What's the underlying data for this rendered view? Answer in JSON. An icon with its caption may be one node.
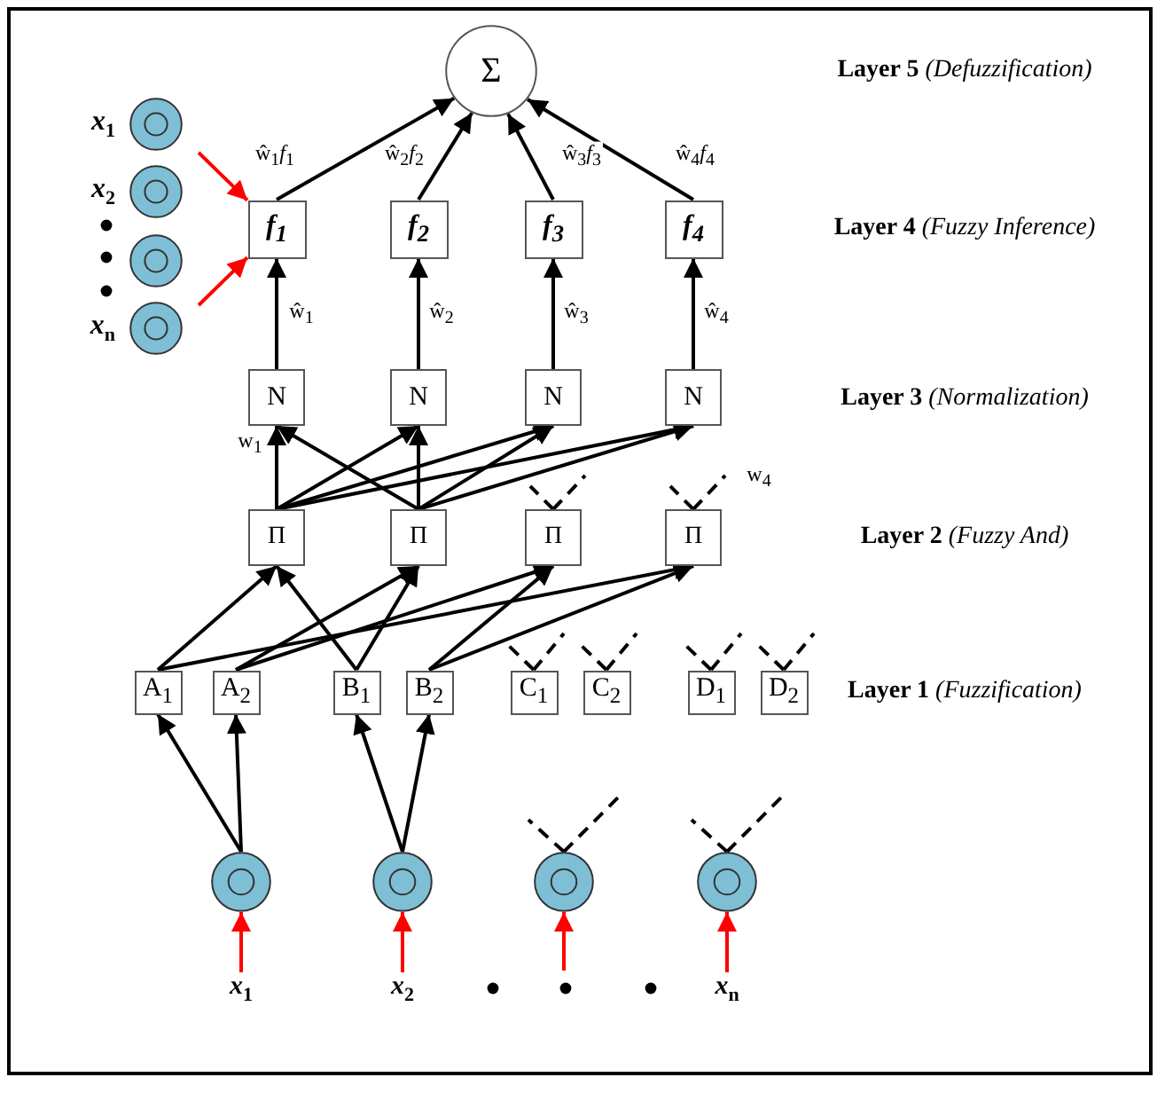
{
  "diagram": {
    "nodes": [
      {
        "text": [
          "Σ"
        ]
      },
      {
        "text": [],
        "shape": "circle",
        "beside": [
          "x$_{1}$"
        ]
      },
      {
        "text": [],
        "shape": "circle",
        "beside": [
          "x$_{2}$"
        ]
      },
      {
        "text": [],
        "shape": "circle"
      },
      {
        "text": [],
        "shape": "circle",
        "beside": [
          "x$_{n}$"
        ]
      },
      {
        "text": [
          "f$_{1}$"
        ]
      },
      {
        "text": [
          "f$_{2}$"
        ]
      },
      {
        "text": [
          "f$_{3}$"
        ]
      },
      {
        "text": [
          "f$_{4}$"
        ]
      },
      {
        "text": [
          "N"
        ]
      },
      {
        "text": [
          "N"
        ]
      },
      {
        "text": [
          "N"
        ]
      },
      {
        "text": [
          "N"
        ]
      },
      {
        "text": [
          "Π"
        ]
      },
      {
        "text": [
          "Π"
        ]
      },
      {
        "text": [
          "Π"
        ]
      },
      {
        "text": [
          "Π"
        ]
      },
      {
        "text": [
          "A$_{1}$"
        ]
      },
      {
        "text": [
          "A$_{2}$"
        ]
      },
      {
        "text": [
          "B$_{1}$"
        ]
      },
      {
        "text": [
          "B$_{2}$"
        ]
      },
      {
        "text": [
          "C$_{1}$"
        ]
      },
      {
        "text": [
          "C$_{2}$"
        ]
      },
      {
        "text": [
          "D$_{1}$"
        ]
      },
      {
        "text": [
          "D$_{2}$"
        ]
      },
      {
        "text": [],
        "shape": "circle"
      },
      {
        "text": [],
        "shape": "circle"
      },
      {
        "text": [],
        "shape": "circle"
      },
      {
        "text": [],
        "shape": "circle"
      },
      {
        "text": [
          "x$_{1}$"
        ]
      },
      {
        "text": [
          "x$_{2}$"
        ]
      },
      {
        "text": [
          "x$_{n}$"
        ]
      }
    ],
    "edges": [
      {
        "from": 5,
        "to": 0,
        "arrow": "to",
        "label": "ŵ$_{1}$*f*$_{1}$"
      },
      {
        "from": 6,
        "to": 0,
        "arrow": "to",
        "label": "ŵ$_{2}$*f*$_{2}$"
      },
      {
        "from": 7,
        "to": 0,
        "arrow": "to",
        "label": "ŵ$_{3}$*f*$_{3}$"
      },
      {
        "from": 8,
        "to": 0,
        "arrow": "to",
        "label": "ŵ$_{4}$*f*$_{4}$"
      },
      {
        "from": 9,
        "to": 5,
        "arrow": "to",
        "label": "ŵ$_{1}$"
      },
      {
        "from": 10,
        "to": 6,
        "arrow": "to",
        "label": "ŵ$_{2}$"
      },
      {
        "from": 11,
        "to": 7,
        "arrow": "to",
        "label": "ŵ$_{3}$"
      },
      {
        "from": 12,
        "to": 8,
        "arrow": "to",
        "label": "ŵ$_{4}$"
      },
      {
        "from": 13,
        "to": 9,
        "arrow": "to",
        "label": "w$_{1}$"
      },
      {
        "from": 13,
        "to": 10,
        "arrow": "to"
      },
      {
        "from": 13,
        "to": 11,
        "arrow": "to"
      },
      {
        "from": 13,
        "to": 12,
        "arrow": "to"
      },
      {
        "from": 14,
        "to": 9,
        "arrow": "to"
      },
      {
        "from": 14,
        "to": 10,
        "arrow": "to"
      },
      {
        "from": 14,
        "to": 11,
        "arrow": "to"
      },
      {
        "from": 14,
        "to": 12,
        "arrow": "to"
      },
      {
        "from": 15,
        "to": null,
        "arrow": "none",
        "style": "dashed"
      },
      {
        "from": 15,
        "to": null,
        "arrow": "none",
        "style": "dashed"
      },
      {
        "from": 16,
        "to": null,
        "arrow": "none",
        "style": "dashed"
      },
      {
        "from": 16,
        "to": null,
        "arrow": "none",
        "style": "dashed",
        "label": "w$_{4}$"
      },
      {
        "from": 17,
        "to": 13,
        "arrow": "to"
      },
      {
        "from": 17,
        "to": 16,
        "arrow": "to"
      },
      {
        "from": 18,
        "to": 14,
        "arrow": "to"
      },
      {
        "from": 18,
        "to": 15,
        "arrow": "to"
      },
      {
        "from": 19,
        "to": 13,
        "arrow": "to"
      },
      {
        "from": 19,
        "to": 14,
        "arrow": "to"
      },
      {
        "from": 20,
        "to": 15,
        "arrow": "to"
      },
      {
        "from": 20,
        "to": 16,
        "arrow": "to"
      },
      {
        "from": 21,
        "to": null,
        "arrow": "none",
        "style": "dashed"
      },
      {
        "from": 21,
        "to": null,
        "arrow": "none",
        "style": "dashed"
      },
      {
        "from": 22,
        "to": null,
        "arrow": "none",
        "style": "dashed"
      },
      {
        "from": 22,
        "to": null,
        "arrow": "none",
        "style": "dashed"
      },
      {
        "from": 23,
        "to": null,
        "arrow": "none",
        "style": "dashed"
      },
      {
        "from": 23,
        "to": null,
        "arrow": "none",
        "style": "dashed"
      },
      {
        "from": 24,
        "to": null,
        "arrow": "none",
        "style": "dashed"
      },
      {
        "from": 24,
        "to": null,
        "arrow": "none",
        "style": "dashed"
      },
      {
        "from": 25,
        "to": 17,
        "arrow": "to"
      },
      {
        "from": 25,
        "to": 18,
        "arrow": "to"
      },
      {
        "from": 26,
        "to": 19,
        "arrow": "to"
      },
      {
        "from": 26,
        "to": 20,
        "arrow": "to"
      },
      {
        "from": 27,
        "to": null,
        "arrow": "none",
        "style": "dashed"
      },
      {
        "from": 27,
        "to": null,
        "arrow": "none",
        "style": "dashed"
      },
      {
        "from": 28,
        "to": null,
        "arrow": "none",
        "style": "dashed"
      },
      {
        "from": 28,
        "to": null,
        "arrow": "none",
        "style": "dashed"
      },
      {
        "from": 29,
        "to": 25,
        "arrow": "to",
        "color": "#ff0000"
      },
      {
        "from": 30,
        "to": 26,
        "arrow": "to",
        "color": "#ff0000"
      },
      {
        "from": null,
        "to": 27,
        "arrow": "to",
        "color": "#ff0000"
      },
      {
        "from": 31,
        "to": 28,
        "arrow": "to",
        "color": "#ff0000"
      },
      {
        "from": null,
        "to": 5,
        "arrow": "to",
        "color": "#ff0000"
      },
      {
        "from": null,
        "to": 5,
        "arrow": "to",
        "color": "#ff0000"
      }
    ],
    "labels": [
      "**Layer 5** *(Defuzzification)*",
      "**Layer 4** *(Fuzzy Inference)*",
      "**Layer 3** *(Normalization)*",
      "**Layer 2** *(Fuzzy And)*",
      "**Layer 1** *(Fuzzification)*"
    ]
  }
}
